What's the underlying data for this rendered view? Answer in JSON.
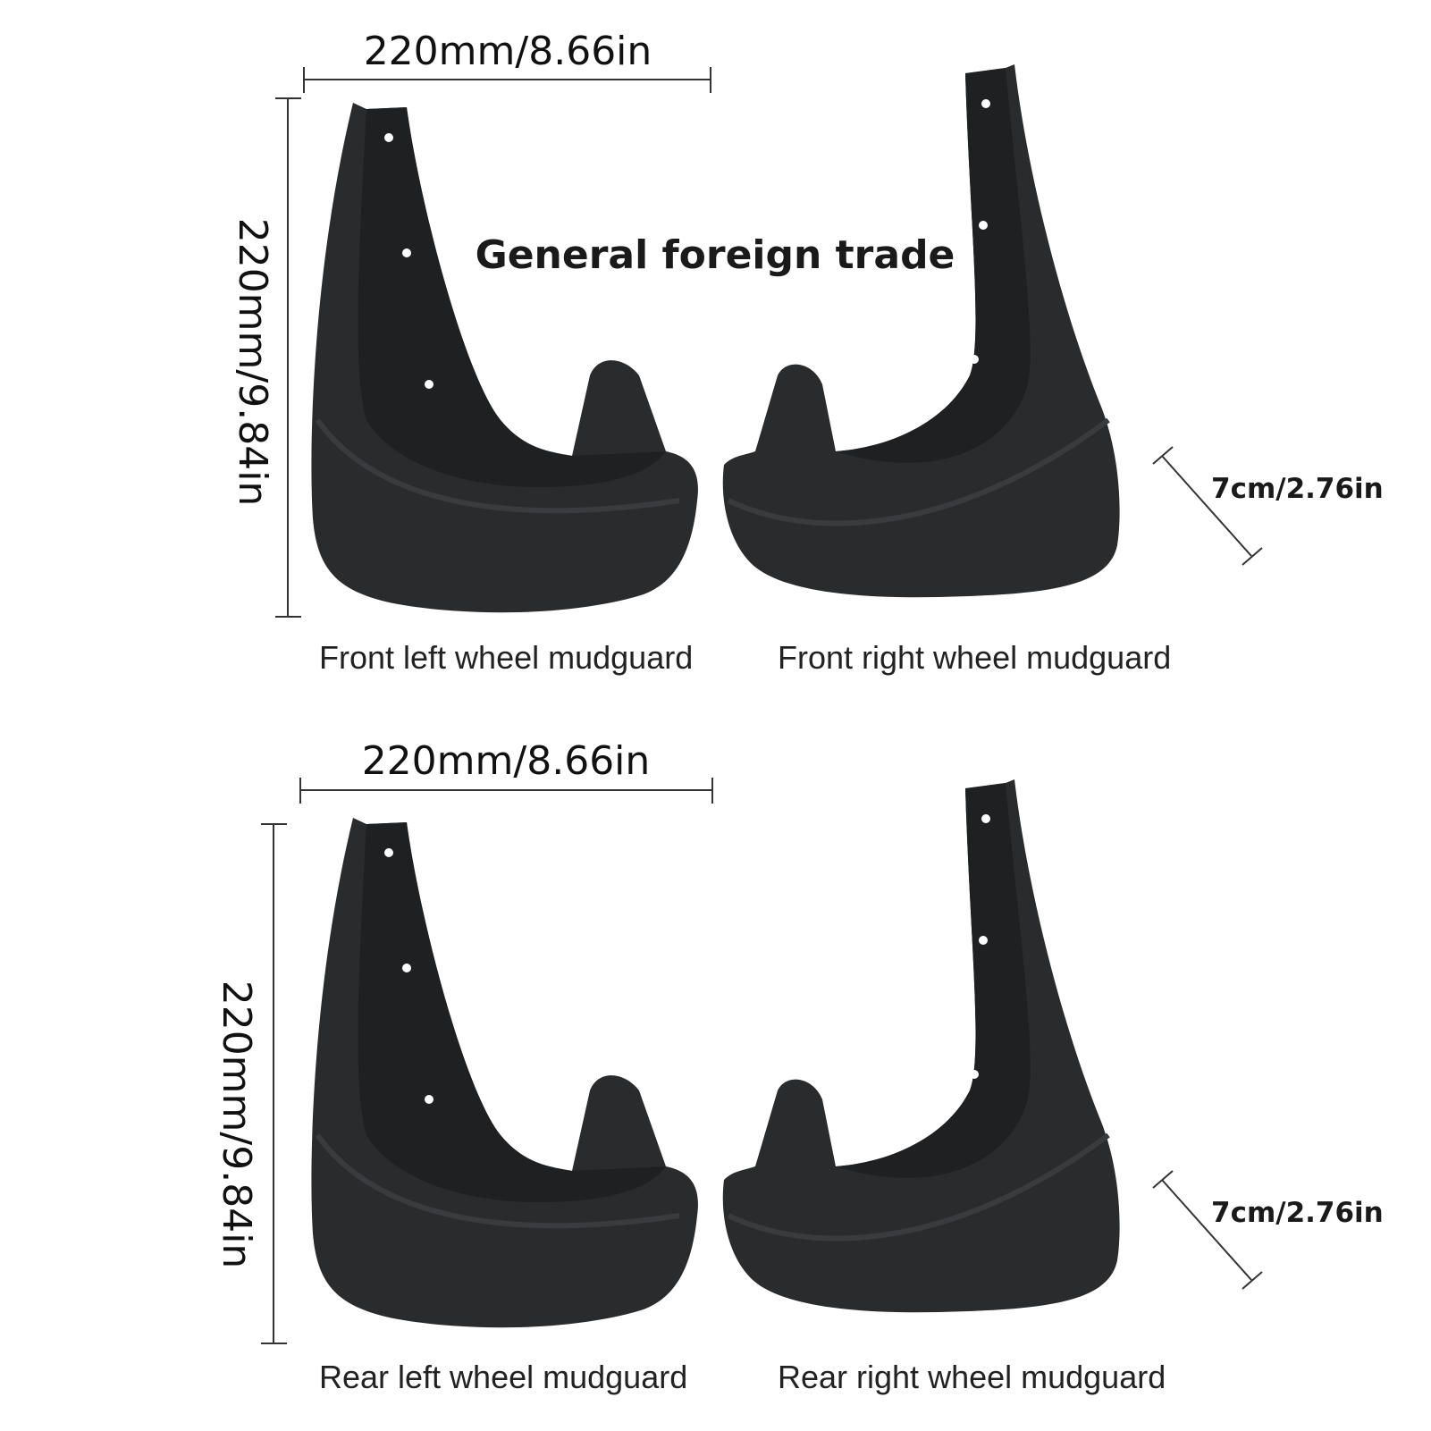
{
  "heading": "General foreign trade",
  "top": {
    "width_label": "220mm/8.66in",
    "height_label": "220mm/9.84in",
    "depth_label": "7cm/2.76in",
    "left_caption": "Front left wheel mudguard",
    "right_caption": "Front right wheel mudguard"
  },
  "bottom": {
    "width_label": "220mm/8.66in",
    "height_label": "220mm/9.84in",
    "depth_label": "7cm/2.76in",
    "left_caption": "Rear left wheel mudguard",
    "right_caption": "Rear right wheel mudguard"
  },
  "colors": {
    "mudguard": "#2a2b2d",
    "mudguard_shade": "#1e1f21",
    "dimension_line": "#333333"
  }
}
